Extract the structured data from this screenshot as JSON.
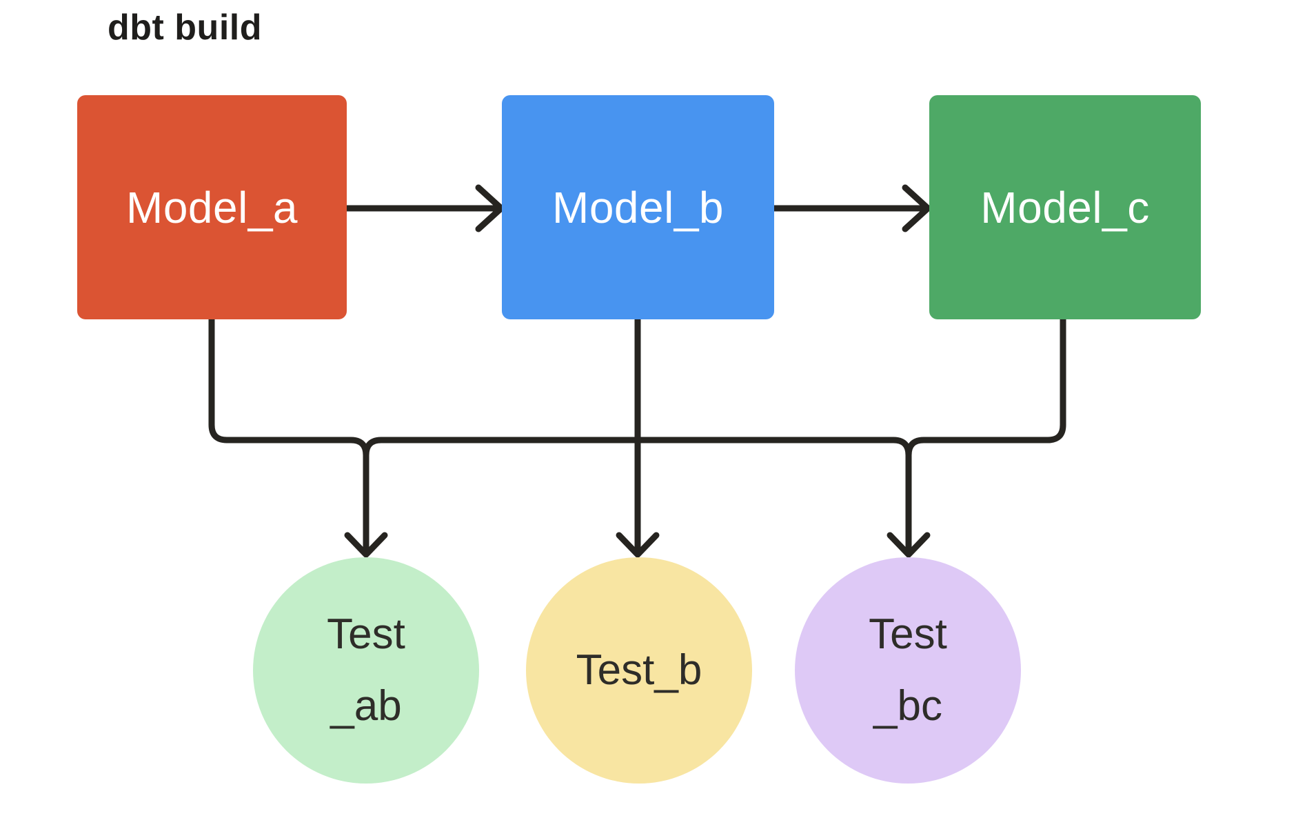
{
  "title": "dbt build",
  "colors": {
    "background": "#ffffff",
    "line": "#262420",
    "title_text": "#1f1e1c",
    "model_text": "#ffffff",
    "test_text": "#2e2d29"
  },
  "models": [
    {
      "id": "model_a",
      "label": "Model_a",
      "color": "#db5433"
    },
    {
      "id": "model_b",
      "label": "Model_b",
      "color": "#4894f0"
    },
    {
      "id": "model_c",
      "label": "Model_c",
      "color": "#4ea966"
    }
  ],
  "tests": [
    {
      "id": "test_ab",
      "lines": [
        "Test",
        "_ab"
      ],
      "color": "#c3eec9"
    },
    {
      "id": "test_b",
      "lines": [
        "Test_b"
      ],
      "color": "#f8e5a2"
    },
    {
      "id": "test_bc",
      "lines": [
        "Test",
        "_bc"
      ],
      "color": "#dec9f6"
    }
  ],
  "edges": [
    "model_a -> model_b",
    "model_b -> model_c",
    "model_a -> test_ab",
    "model_b -> test_ab",
    "model_b -> test_b",
    "model_b -> test_bc",
    "model_c -> test_bc"
  ]
}
